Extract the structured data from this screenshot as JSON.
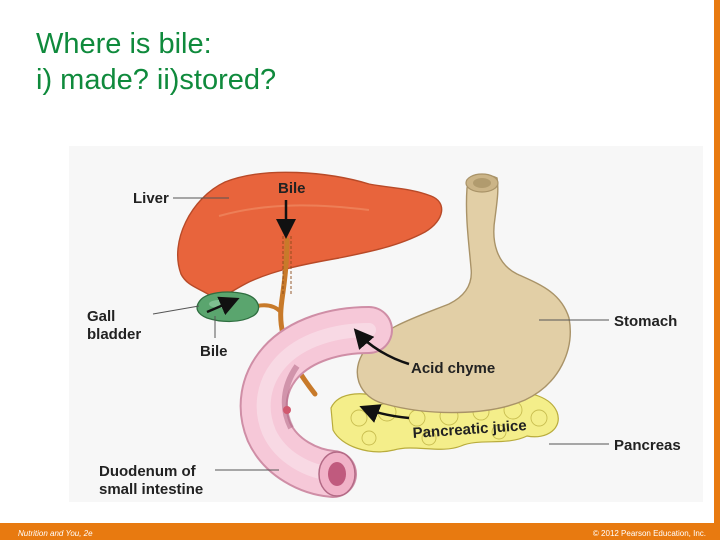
{
  "title": {
    "line1": "Where is bile:",
    "line2": "i) made? ii)stored?"
  },
  "footer": {
    "left": "Nutrition and You, 2e",
    "right": "© 2012 Pearson Education, Inc."
  },
  "diagram": {
    "labels": {
      "liver": "Liver",
      "bile_top": "Bile",
      "gall_line1": "Gall",
      "gall_line2": "bladder",
      "bile_bottom": "Bile",
      "stomach": "Stomach",
      "acid_chyme": "Acid chyme",
      "pancreatic_juice": "Pancreatic juice",
      "pancreas": "Pancreas",
      "duodenum_line1": "Duodenum of",
      "duodenum_line2": "small intestine"
    },
    "colors": {
      "liver": "#e8643c",
      "gallbladder": "#5aa56e",
      "duct": "#c87a2a",
      "stomach": "#e2cfa6",
      "pancreas": "#f4ee8a",
      "duodenum": "#f6c8d8",
      "footer_bar": "#e87a10",
      "title": "#0f8a3c"
    },
    "icons": [
      "arrow-down-icon",
      "arrow-right-icon",
      "arrow-left-icon"
    ]
  }
}
